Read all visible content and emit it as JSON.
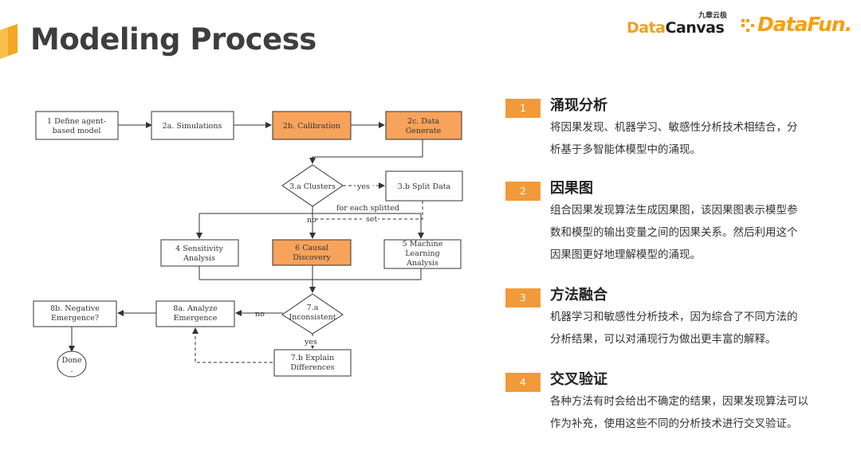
{
  "page": {
    "title": "Modeling Process",
    "accent_color": "#f5a623"
  },
  "logos": {
    "datacanvas_small": "九章云极",
    "datacanvas_part1": "Data",
    "datacanvas_part2": "Canvas",
    "datafun": "DataFun."
  },
  "diagram": {
    "nodes": {
      "n1": [
        "1 Define agent-",
        "based model"
      ],
      "n2a": [
        "2a. Simulations"
      ],
      "n2b": [
        "2b. Calibration"
      ],
      "n2c": [
        "2c. Data",
        "Generate"
      ],
      "n3a": [
        "3.a Clusters"
      ],
      "n3b": [
        "3.b Split Data"
      ],
      "n4": [
        "4 Sensitivity",
        "Analysis"
      ],
      "n6": [
        "6 Causal",
        "Discovery"
      ],
      "n5": [
        "5 Machine",
        "Learning",
        "Analysis"
      ],
      "n7a": [
        "7.a",
        "Inconsistent"
      ],
      "n8a": [
        "8a. Analyze",
        "Emergence"
      ],
      "n8b": [
        "8b. Negative",
        "Emergence?"
      ],
      "n7b": [
        "7.b  Explain",
        "Differences"
      ],
      "done": [
        "Done",
        "."
      ]
    },
    "labels": {
      "yes1": "yes",
      "for_each": "for each splitted",
      "set": "set",
      "no1": "no",
      "no2": "no",
      "yes2": "yes"
    },
    "colors": {
      "highlight": "#f7a35c",
      "box_border": "#333333"
    }
  },
  "right_panel": {
    "items": [
      {
        "num": "1",
        "title": "涌现分析",
        "lines": [
          "将因果发现、机器学习、敏感性分析技术相结合，分",
          "析基于多智能体模型中的涌现。"
        ]
      },
      {
        "num": "2",
        "title": "因果图",
        "lines": [
          "组合因果发现算法生成因果图，该因果图表示模型参",
          "数和模型的输出变量之间的因果关系。然后利用这个",
          "因果图更好地理解模型的涌现。"
        ]
      },
      {
        "num": "3",
        "title": "方法融合",
        "lines": [
          "机器学习和敏感性分析技术，因为综合了不同方法的",
          "分析结果，可以对涌现行为做出更丰富的解释。"
        ]
      },
      {
        "num": "4",
        "title": "交叉验证",
        "lines": [
          "各种方法有时会给出不确定的结果，因果发现算法可以",
          "作为补充，使用这些不同的分析技术进行交叉验证。"
        ]
      }
    ],
    "badge_color": "#f29a3a"
  }
}
